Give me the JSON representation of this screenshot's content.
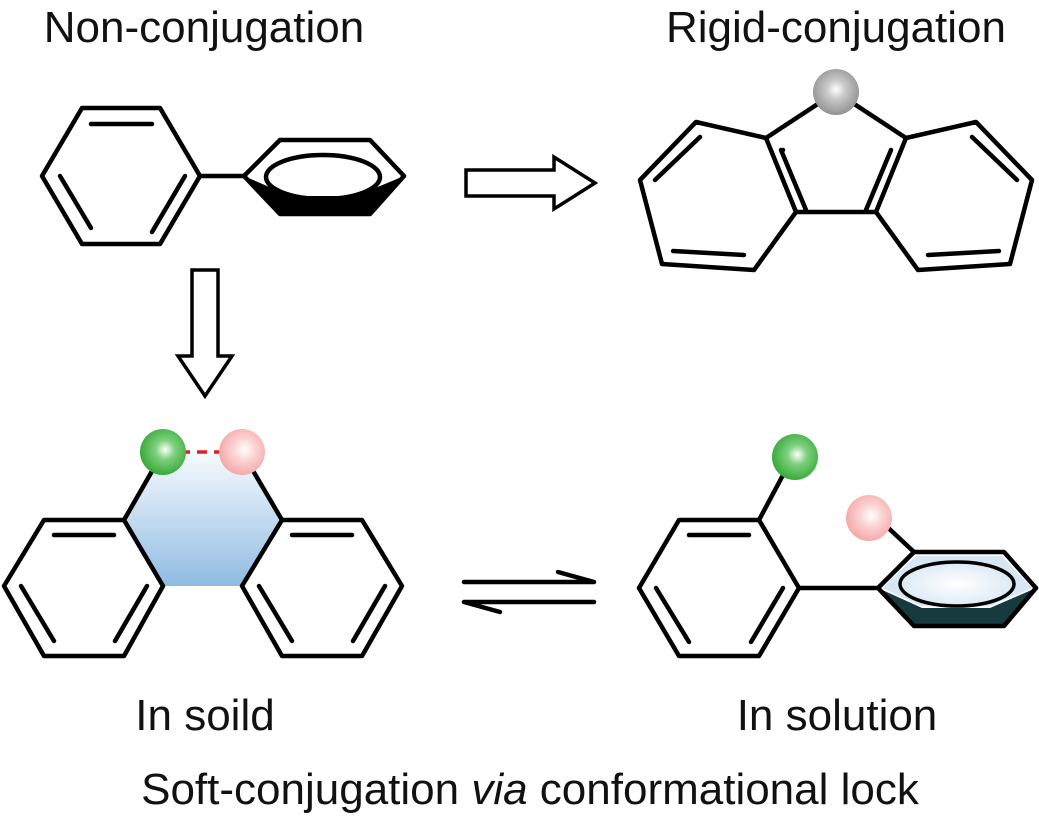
{
  "labels": {
    "non_conjugation": "Non-conjugation",
    "rigid_conjugation": "Rigid-conjugation",
    "in_solid": "In soild",
    "in_solution": "In solution",
    "caption_prefix": "Soft-conjugation ",
    "caption_italic": "via",
    "caption_suffix": " conformational lock"
  },
  "colors": {
    "ring_fill": "#d6e6f3",
    "bridge_fill_top": "#f7fbfe",
    "bridge_fill_bottom": "#8fbbe2",
    "green_atom": "#2fa52f",
    "pink_atom": "#f7a9a9",
    "gray_atom": "#8c8c8c",
    "interaction_line": "#e02020",
    "ring_edge_dark": "#173a3e"
  },
  "icons": {
    "forward_arrow": "hollow-right-arrow",
    "down_arrow": "hollow-down-arrow",
    "equilibrium": "equilibrium-harpoons"
  }
}
